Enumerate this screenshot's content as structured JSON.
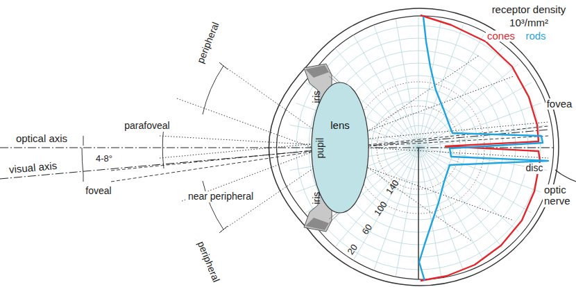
{
  "diagram": {
    "nodes": [
      {
        "text": [
          "lens"
        ]
      }
    ],
    "labels": [
      "receptor density",
      "10³/mm²",
      "peripheral",
      "parafoveal",
      "optical axis",
      "visual axis",
      "4-8°",
      "foveal",
      "near peripheral",
      "peripheral",
      "iris",
      "pupil",
      "iris",
      "140",
      "100",
      "60",
      "20",
      "fovea",
      "disc",
      "optic nerve"
    ],
    "legend": [
      {
        "text": "cones",
        "color": "#e3262b"
      },
      {
        "text": "rods",
        "color": "#1fa3de"
      }
    ]
  }
}
